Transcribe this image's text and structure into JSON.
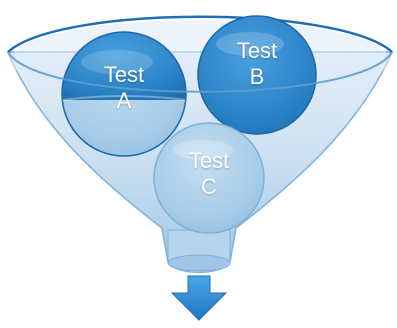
{
  "diagram": {
    "balls": [
      {
        "id": "a",
        "line1": "Test",
        "line2": "A"
      },
      {
        "id": "b",
        "line1": "Test",
        "line2": "B"
      },
      {
        "id": "c",
        "line1": "Test",
        "line2": "C"
      }
    ],
    "colors": {
      "funnel_fill": "#c6dcef",
      "funnel_edge": "#1f6db4",
      "ball_dark": "#2d86c9",
      "ball_light": "#a9cde9",
      "arrow": "#2f8fd6"
    }
  }
}
